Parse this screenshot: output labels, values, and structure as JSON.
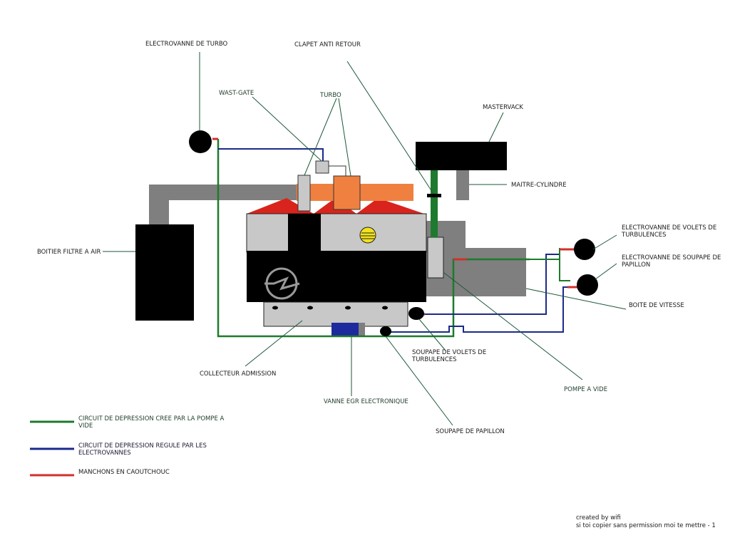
{
  "labels": {
    "electrovanne_turbo": "ELECTROVANNE DE TURBO",
    "clapet_anti_retour": "CLAPET ANTI RETOUR",
    "wast_gate": "WAST-GATE",
    "turbo": "TURBO",
    "mastervack": "MASTERVACK",
    "maitre_cylindre": "MAITRE-CYLINDRE",
    "boitier_filtre": "BOITIER FILTRE A AIR",
    "ev_volets_1": "ELECTROVANNE DE VOLETS DE",
    "ev_volets_2": "TURBULENCES",
    "ev_papillon_1": "ELECTROVANNE DE SOUPAPE DE",
    "ev_papillon_2": "PAPILLON",
    "boite_vitesse": "BOITE DE VITESSE",
    "soupape_volets_1": "SOUPAPE DE VOLETS DE",
    "soupape_volets_2": "TURBULENCES",
    "collecteur": "COLLECTEUR ADMISSION",
    "pompe_vide": "POMPE A VIDE",
    "vanne_egr": "VANNE EGR ELECTRONIQUE",
    "soupape_papillon": "SOUPAPE DE PAPILLON"
  },
  "legend": [
    {
      "color": "#1e7a2e",
      "line1": "CIRCUIT DE DEPRESSION CREE PAR LA POMPE A",
      "line2": "VIDE"
    },
    {
      "color": "#1b2a8a",
      "line1": "CIRCUIT DE DEPRESSION REGULE PAR LES",
      "line2": "ELECTROVANNES"
    },
    {
      "color": "#d0302a",
      "line1": "MANCHONS EN CAOUTCHOUC",
      "line2": ""
    }
  ],
  "credits": {
    "line1": "created by wifi",
    "line2": "si toi copier sans permission moi te mettre - 1"
  },
  "colors": {
    "green_circuit": "#1e7a2e",
    "blue_circuit": "#1b2a8a",
    "rubber_sleeve": "#d0302a",
    "turbo": "#f08040",
    "engine_gray": "#c8c8c8",
    "dark_gray": "#7f7f7f"
  }
}
